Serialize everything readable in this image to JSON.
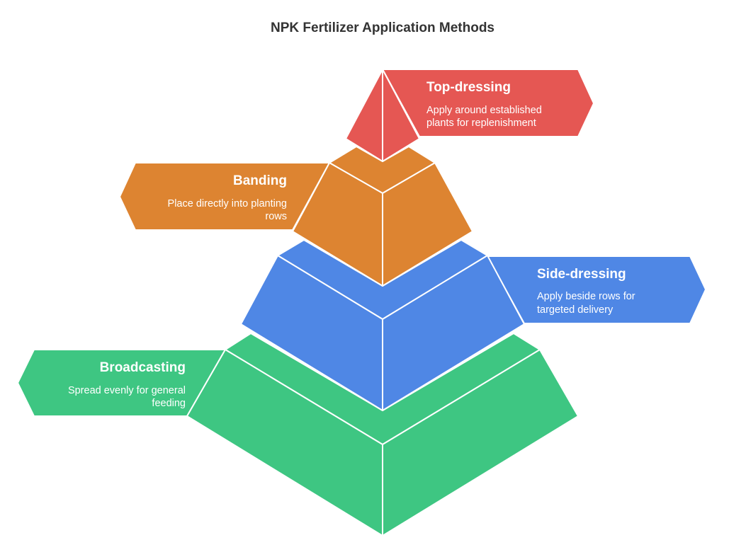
{
  "title": "NPK Fertilizer Application Methods",
  "colors": {
    "red": "#e55753",
    "orange": "#dd8431",
    "blue": "#4f87e5",
    "green": "#3ec682"
  },
  "tiers": [
    {
      "name": "Top-dressing",
      "description_lines": [
        "Apply around established",
        "plants for replenishment"
      ],
      "color": "#e55753"
    },
    {
      "name": "Banding",
      "description_lines": [
        "Place directly into planting",
        "rows"
      ],
      "color": "#dd8431"
    },
    {
      "name": "Side-dressing",
      "description_lines": [
        "Apply beside rows for",
        "targeted delivery"
      ],
      "color": "#4f87e5"
    },
    {
      "name": "Broadcasting",
      "description_lines": [
        "Spread evenly for general",
        "feeding"
      ],
      "color": "#3ec682"
    }
  ]
}
